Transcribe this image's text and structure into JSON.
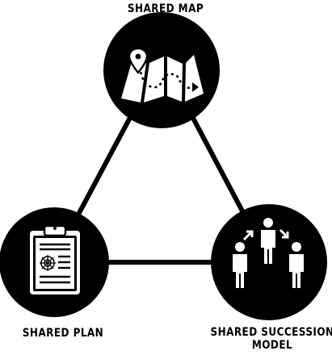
{
  "colors": {
    "ink": "#000000",
    "paper": "#ffffff"
  },
  "nodes": {
    "top": {
      "label": "SHARED MAP",
      "icon": "folded-map-icon"
    },
    "left": {
      "label": "SHARED PLAN",
      "icon": "clipboard-plan-icon"
    },
    "right": {
      "label_line1": "SHARED SUCCESSION",
      "label_line2": "MODEL",
      "icon": "people-succession-icon"
    }
  },
  "edges": [
    {
      "from": "top",
      "to": "left"
    },
    {
      "from": "top",
      "to": "right"
    },
    {
      "from": "left",
      "to": "right"
    }
  ]
}
